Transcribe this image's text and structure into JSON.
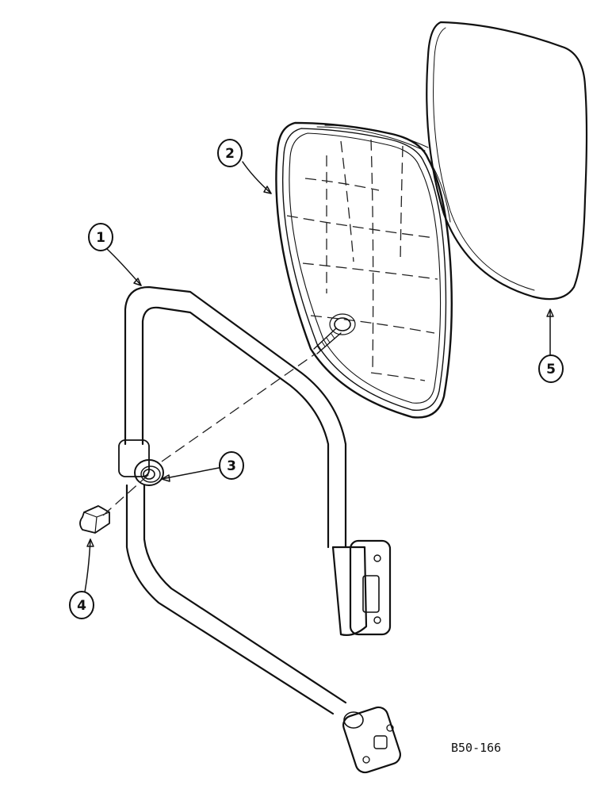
{
  "callouts": [
    {
      "id": "1",
      "label": "1"
    },
    {
      "id": "2",
      "label": "2"
    },
    {
      "id": "3",
      "label": "3"
    },
    {
      "id": "4",
      "label": "4"
    },
    {
      "id": "5",
      "label": "5"
    }
  ],
  "drawing_code": "B50-166",
  "colors": {
    "ink": "#111111",
    "paper": "#ffffff"
  }
}
